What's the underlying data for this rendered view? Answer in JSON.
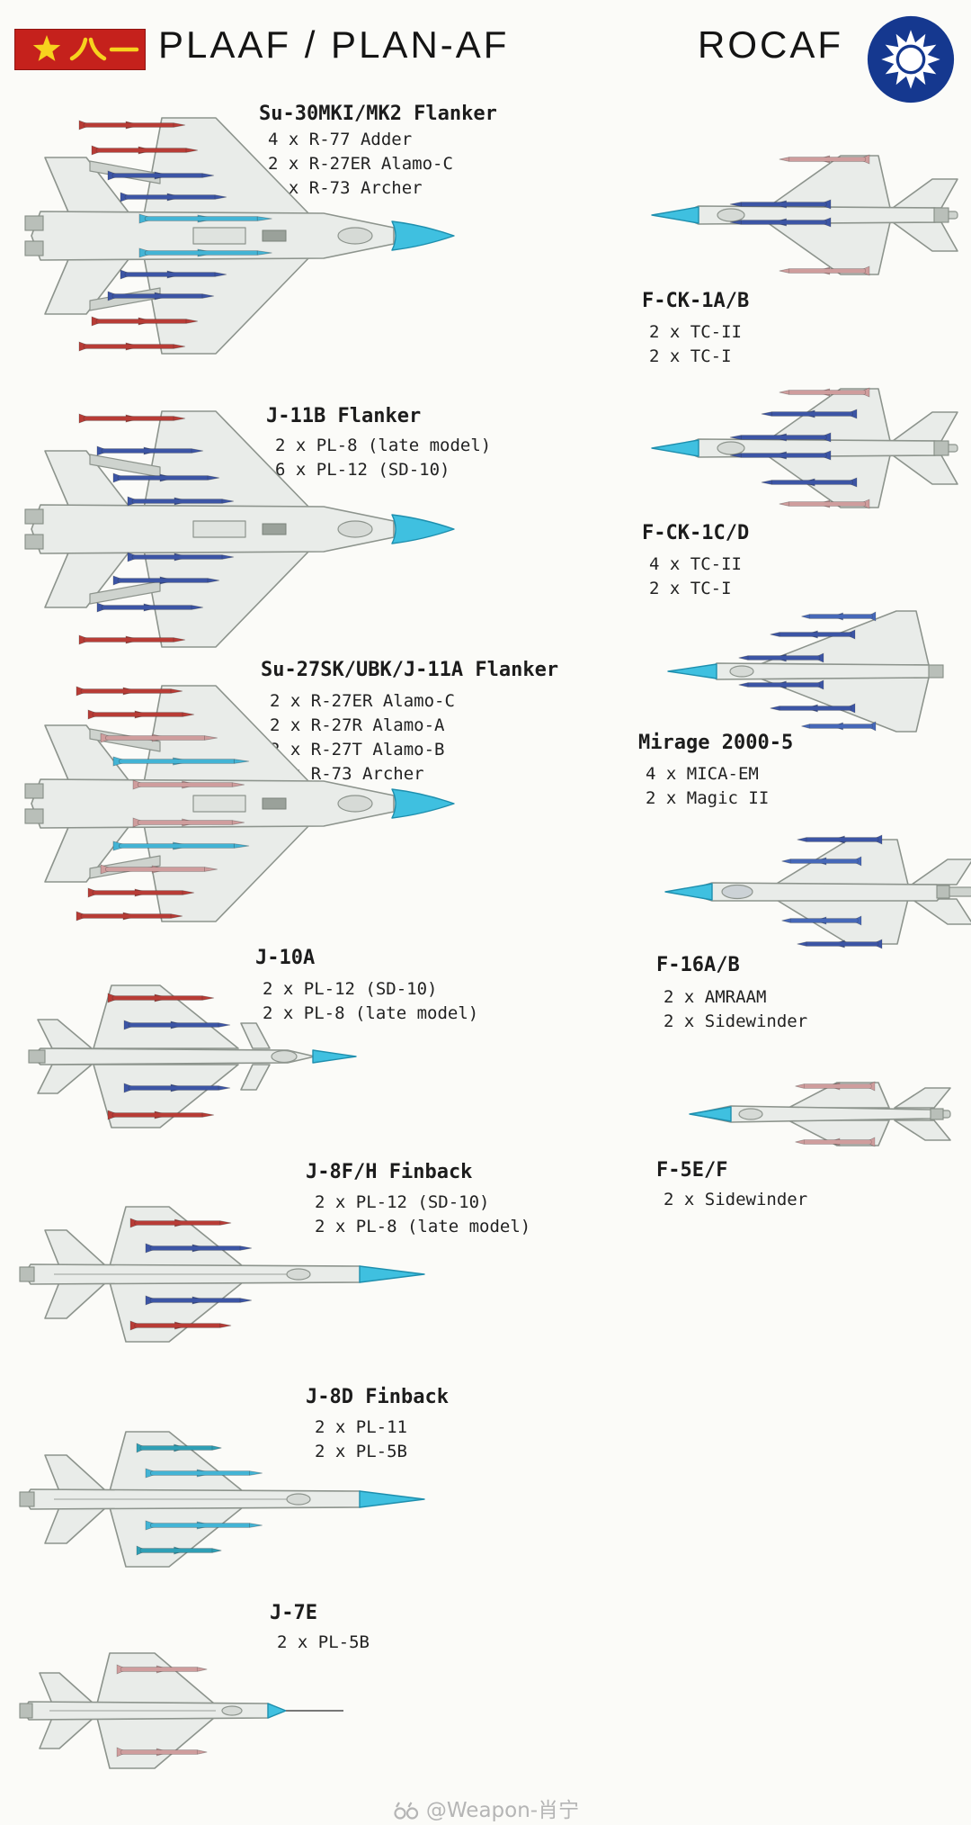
{
  "header": {
    "left_force": "PLAAF / PLAN-AF",
    "right_force": "ROCAF"
  },
  "left": {
    "aircraft": [
      {
        "name": "Su-30MKI/MK2 Flanker",
        "loadout": [
          "4 x R-77 Adder",
          "2 x R-27ER Alamo-C",
          "4 x R-73 Archer"
        ]
      },
      {
        "name": "J-11B Flanker",
        "loadout": [
          "2 x PL-8 (late model)",
          "6 x PL-12 (SD-10)"
        ]
      },
      {
        "name": "Su-27SK/UBK/J-11A Flanker",
        "loadout": [
          "2 x R-27ER Alamo-C",
          "2 x R-27R Alamo-A",
          "2 x R-27T Alamo-B",
          "4 x R-73 Archer"
        ]
      },
      {
        "name": "J-10A",
        "loadout": [
          "2 x PL-12 (SD-10)",
          "2 x PL-8 (late model)"
        ]
      },
      {
        "name": "J-8F/H Finback",
        "loadout": [
          "2 x PL-12 (SD-10)",
          "2 x PL-8 (late model)"
        ]
      },
      {
        "name": "J-8D Finback",
        "loadout": [
          "2 x PL-11",
          "2 x PL-5B"
        ]
      },
      {
        "name": "J-7E",
        "loadout": [
          "2 x PL-5B"
        ]
      }
    ]
  },
  "right": {
    "aircraft": [
      {
        "name": "F-CK-1A/B",
        "loadout": [
          "2 x TC-II",
          "2 x TC-I"
        ]
      },
      {
        "name": "F-CK-1C/D",
        "loadout": [
          "4 x TC-II",
          "2 x TC-I"
        ]
      },
      {
        "name": "Mirage 2000-5",
        "loadout": [
          "4 x MICA-EM",
          "2 x Magic II"
        ]
      },
      {
        "name": "F-16A/B",
        "loadout": [
          "2 x AMRAAM",
          "2 x Sidewinder"
        ]
      },
      {
        "name": "F-5E/F",
        "loadout": [
          "2 x Sidewinder"
        ]
      }
    ]
  },
  "footer": {
    "watermark": "@Weapon-肖宁"
  },
  "colors": {
    "missile_red": "#b83c36",
    "missile_blue": "#3c55a5",
    "missile_blue_light": "#4668b8",
    "missile_cyan": "#43b4d5",
    "missile_salmon": "#cf9d9d",
    "missile_teal": "#2f9fb5",
    "nose_cyan": "#3fc0e0",
    "flag_red": "#c5211c",
    "flag_gold": "#f7d21e",
    "roundel_blue": "#15388f"
  }
}
